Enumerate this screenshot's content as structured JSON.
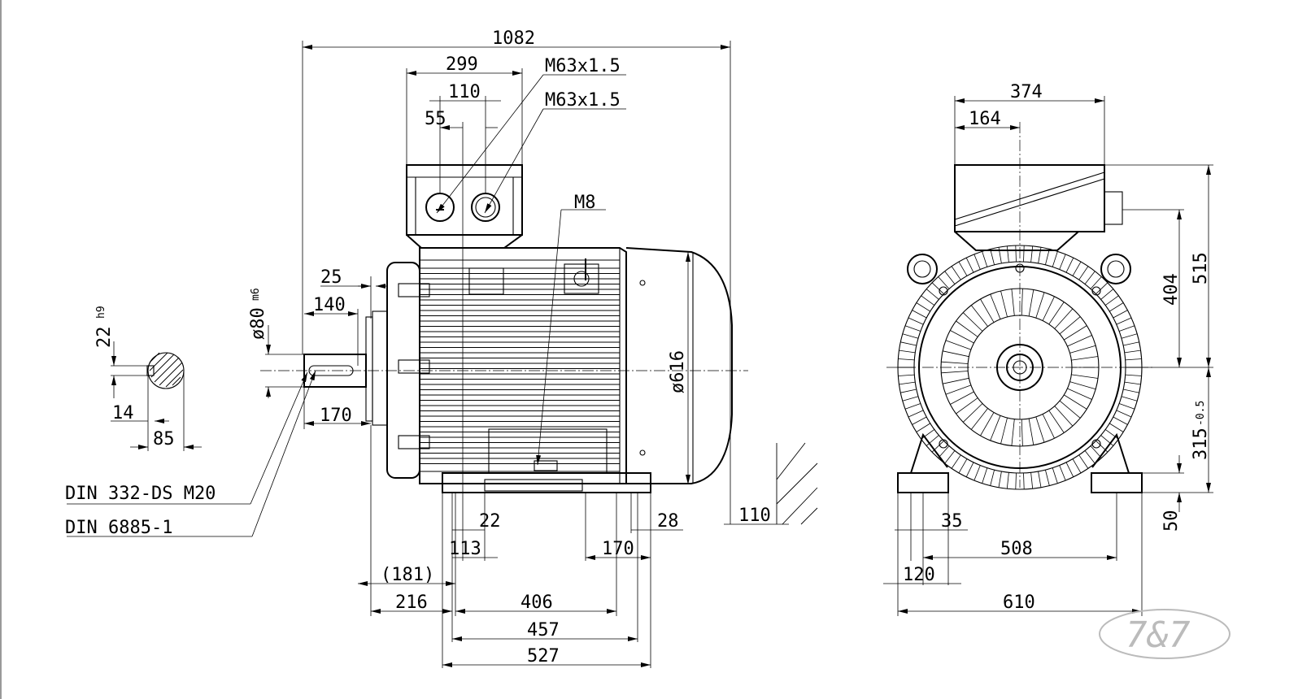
{
  "dims": {
    "overall_length": "1082",
    "terminal_box_length": "299",
    "gland_spacing": "110",
    "gland_offset": "55",
    "gland_thread_1": "M63x1.5",
    "gland_thread_2": "M63x1.5",
    "earth_thread": "M8",
    "shaft_step": "25",
    "shaft_key_length": "140",
    "shaft_diameter": "ø80",
    "shaft_diameter_tol": "m6",
    "shaft_length": "170",
    "key_width": "22",
    "key_width_tol": "h9",
    "key_depth": "14",
    "shaft_height_key": "85",
    "centre_hole_standard": "DIN 332-DS M20",
    "key_standard": "DIN 6885-1",
    "flange_diameter": "ø616",
    "foot_slot": "22",
    "foot_hole_offset": "113",
    "foot_width_right": "170",
    "foot_end": "28",
    "withdrawal_clearance": "110",
    "foot_to_shaft_ref": "(181)",
    "shaft_to_hole": "216",
    "hole_spacing_a": "406",
    "hole_spacing_b": "457",
    "base_length": "527",
    "end_width": "374",
    "end_box_offset": "164",
    "height_box": "404",
    "total_height": "515",
    "shaft_height": "315",
    "shaft_height_tol": "-0.5",
    "foot_height": "50",
    "foot_hole_dia": "35",
    "foot_hole_distance": "508",
    "foot_edge": "120",
    "base_width": "610"
  },
  "watermark": {
    "text": "7&7",
    "color": "#bbbbbb"
  }
}
